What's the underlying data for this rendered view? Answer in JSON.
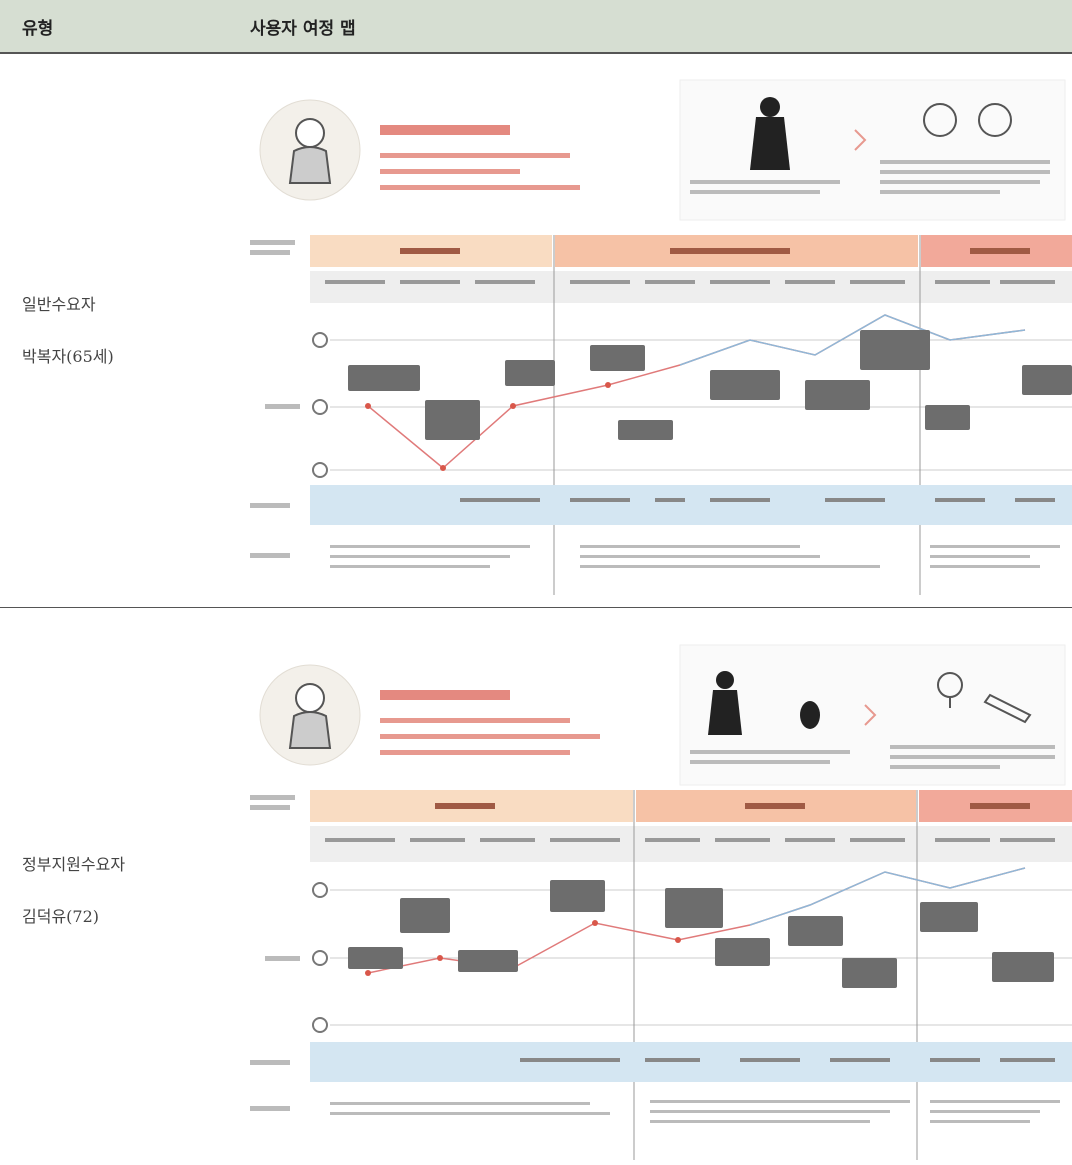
{
  "header": {
    "type_label": "유형",
    "journey_label": "사용자 여정 맵"
  },
  "rows": [
    {
      "category": "일반수요자",
      "persona": "박복자(65세)"
    },
    {
      "category": "정부지원수요자",
      "persona": "김덕유(72)"
    }
  ],
  "colors": {
    "header_bg": "#d6ded2",
    "phase_light": "#f9dcc2",
    "phase_mid": "#f6c2a6",
    "phase_dark": "#f2a99a",
    "service_band": "#d4e6f2",
    "callout": "#6d6d6d",
    "line_primary": "#e07a7a",
    "line_secondary": "#8fb8d8"
  },
  "icons": [
    "grandma-avatar-icon",
    "elderly-cane-icon",
    "family-icon",
    "lightbulb-icon",
    "tools-icon"
  ]
}
